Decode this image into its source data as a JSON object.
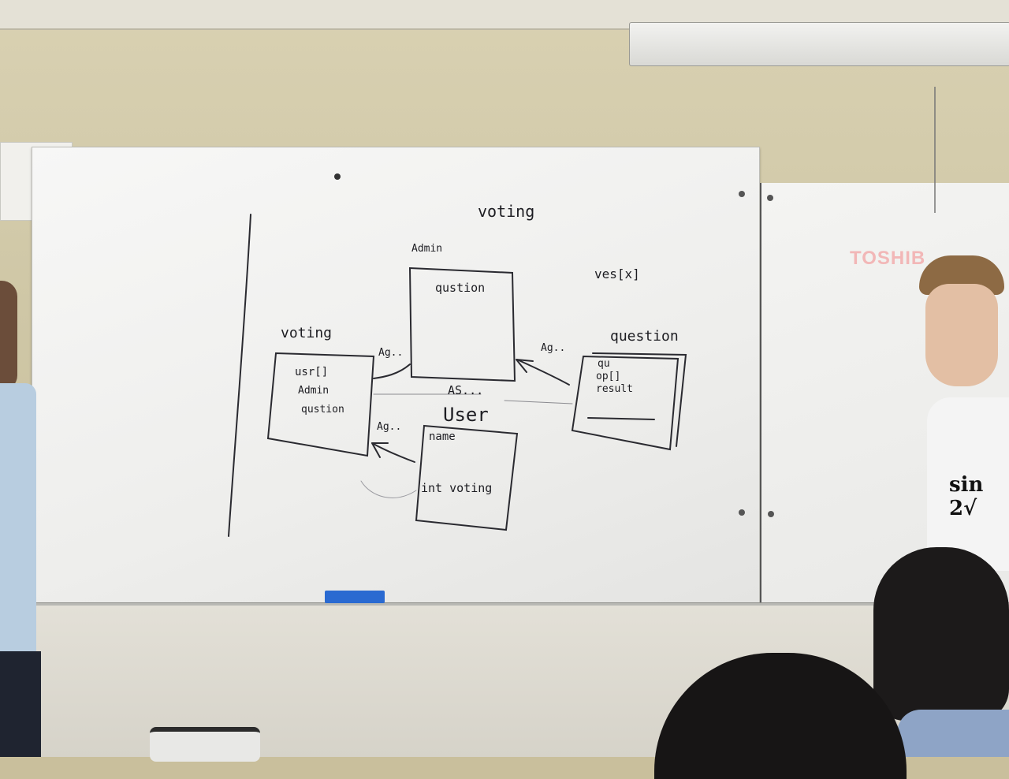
{
  "board": {
    "title": "voting",
    "note": "ves[x]",
    "classes": {
      "admin": {
        "label": "Admin",
        "member": "qustion"
      },
      "voting": {
        "label": "voting",
        "members": [
          "usr[]",
          "Admin",
          "qustion"
        ]
      },
      "question": {
        "label": "question",
        "members": [
          "qu",
          "op[]",
          "result"
        ]
      },
      "user": {
        "label": "User",
        "members": [
          "name",
          "int voting"
        ]
      }
    },
    "relations": {
      "agg1": "Ag..",
      "agg2": "Ag..",
      "agg3": "Ag..",
      "assoc": "AS..."
    }
  },
  "projector_text": "TOSHIB",
  "shirt_text": "sin 2√"
}
